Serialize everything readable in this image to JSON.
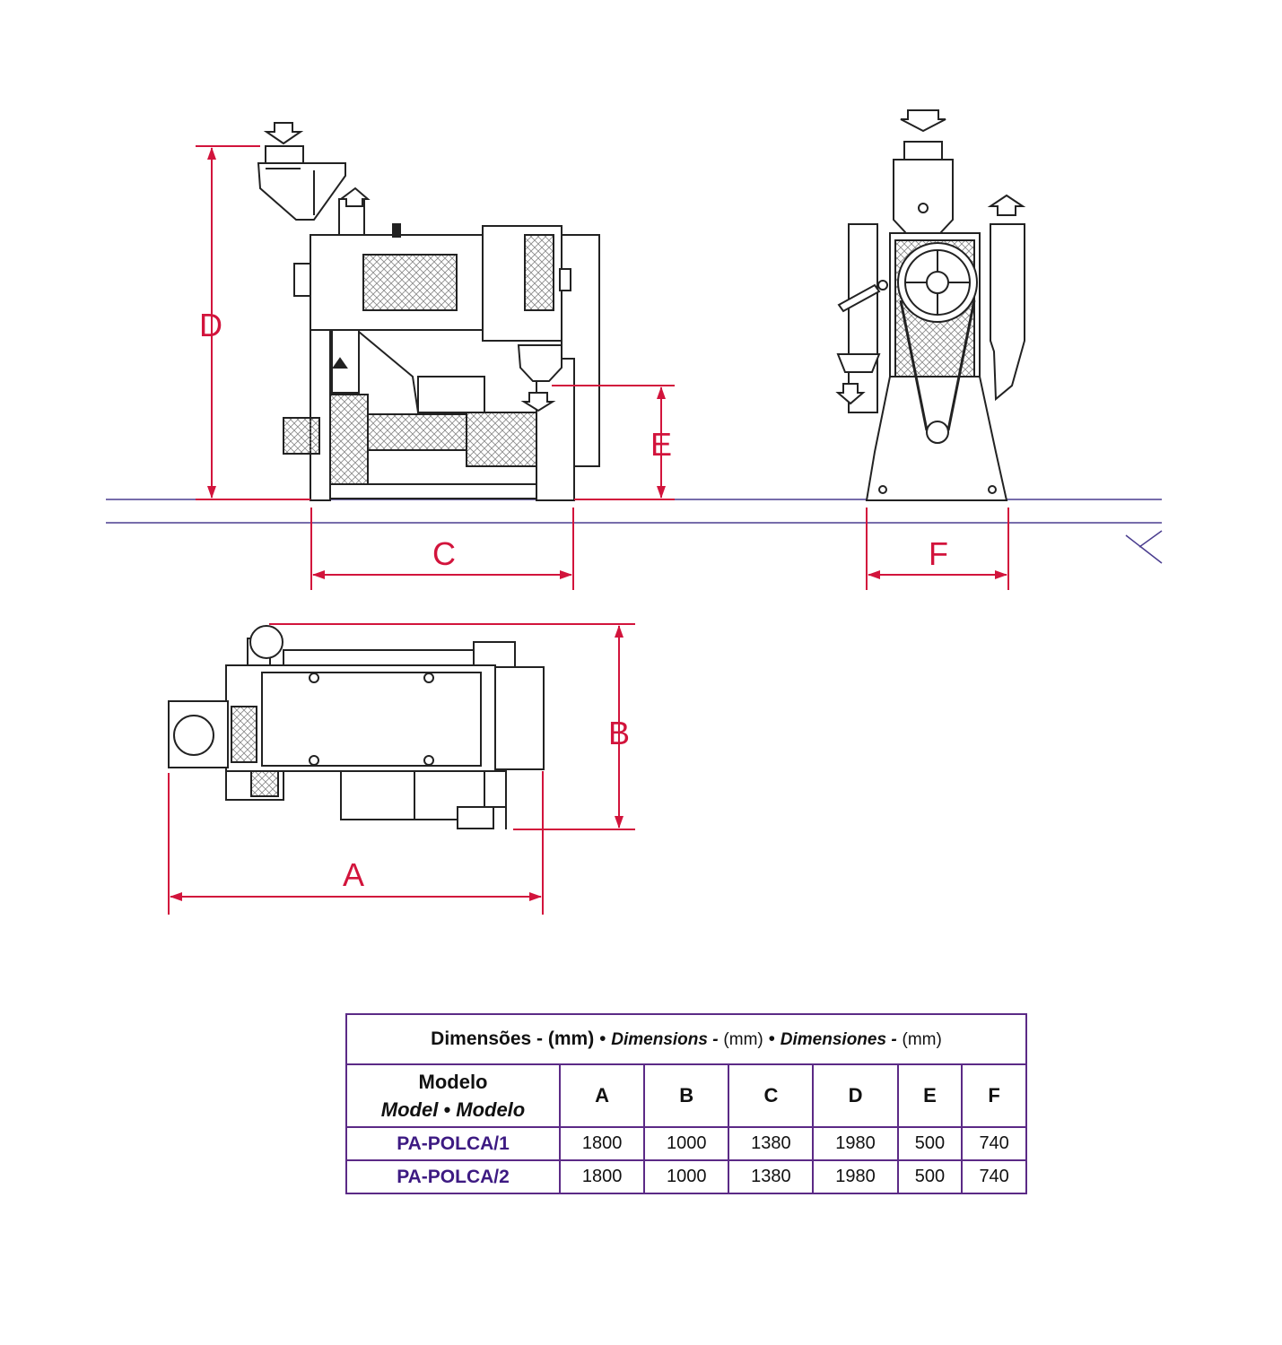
{
  "colors": {
    "dimension": "#d2143c",
    "baseline": "#4a3d8f",
    "table_border": "#5b2a86",
    "model_text": "#3d1a82",
    "line": "#222222"
  },
  "dimension_labels": {
    "a": "A",
    "b": "B",
    "c": "C",
    "d": "D",
    "e": "E",
    "f": "F"
  },
  "table": {
    "title_pt": "Dimensões - (mm)",
    "bullet1": "•",
    "title_en": "Dimensions -",
    "unit_en": "(mm)",
    "bullet2": "•",
    "title_es": "Dimensiones -",
    "unit_es": "(mm)",
    "model_header_line1": "Modelo",
    "model_header_line2": "Model • Modelo",
    "columns": [
      "A",
      "B",
      "C",
      "D",
      "E",
      "F"
    ],
    "rows": [
      {
        "model": "PA-POLCA/1",
        "values": [
          "1800",
          "1000",
          "1380",
          "1980",
          "500",
          "740"
        ]
      },
      {
        "model": "PA-POLCA/2",
        "values": [
          "1800",
          "1000",
          "1380",
          "1980",
          "500",
          "740"
        ]
      }
    ]
  }
}
